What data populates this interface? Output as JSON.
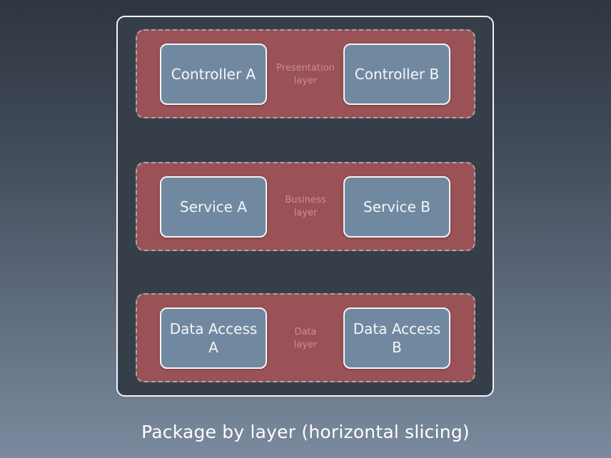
{
  "diagram": {
    "layers": [
      {
        "label": "Presentation\nlayer",
        "left_box": "Controller A",
        "right_box": "Controller B"
      },
      {
        "label": "Business\nlayer",
        "left_box": "Service A",
        "right_box": "Service B"
      },
      {
        "label": "Data\nlayer",
        "left_box": "Data Access\nA",
        "right_box": "Data Access\nB"
      }
    ],
    "caption": "Package by layer (horizontal slicing)"
  },
  "colors": {
    "layer_fill": "#9a5256",
    "box_fill": "#7189a0",
    "frame_fill": "#353e49",
    "label_text": "#c98f93"
  }
}
